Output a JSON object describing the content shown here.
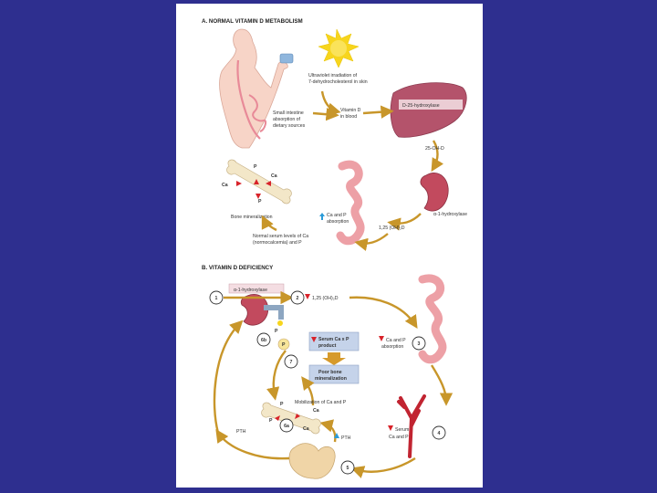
{
  "section_a": {
    "title": "A. NORMAL VITAMIN D METABOLISM",
    "uv_line1": "Ultraviolet irradiation of",
    "uv_line2": "7-dehydrocholesterol in skin",
    "vitd_line1": "Vitamin D",
    "vitd_line2": "in blood",
    "intestine_line1": "Small intestine",
    "intestine_line2": "absorption of",
    "intestine_line3": "dietary sources",
    "d25": "D-25-hydroxylase",
    "ohd25": "25-OH-D",
    "alpha1": "α-1-hydroxylase",
    "oh2d": "1,25 (OH)₂D",
    "ca_p_line1": "Ca and P",
    "ca_p_line2": "absorption",
    "bone_min": "Bone mineralization",
    "serum_line1": "Normal serum levels of Ca",
    "serum_line2": "(normocalcemia) and P",
    "p_label": "P",
    "ca_label": "Ca"
  },
  "section_b": {
    "title": "B. VITAMIN D DEFICIENCY",
    "alpha1": "α-1-hydroxylase",
    "oh2d": "1,25 (OH)₂D",
    "ca_p_line1": "Ca and P",
    "ca_p_line2": "absorption",
    "serum_prod_line1": "Serum Ca x P",
    "serum_prod_line2": "product",
    "poor_line1": "Poor bone",
    "poor_line2": "mineralization",
    "mobil": "Mobilization of Ca and P",
    "serum_line1": "Serum",
    "serum_line2": "Ca and P",
    "pth_left": "PTH",
    "pth_right": "PTH",
    "ca": "Ca",
    "p": "P",
    "steps": [
      "1",
      "2",
      "3",
      "4",
      "5",
      "6a",
      "6b",
      "7"
    ]
  },
  "colors": {
    "background": "#2e2f8f",
    "arrow": "#c8962a",
    "liver": "#b4536b",
    "kidney": "#c24a5e",
    "intestine": "#eda0a6",
    "sun": "#f7d51d",
    "box_blue": "#c5d3ea",
    "red_arrow": "#d8232a"
  }
}
